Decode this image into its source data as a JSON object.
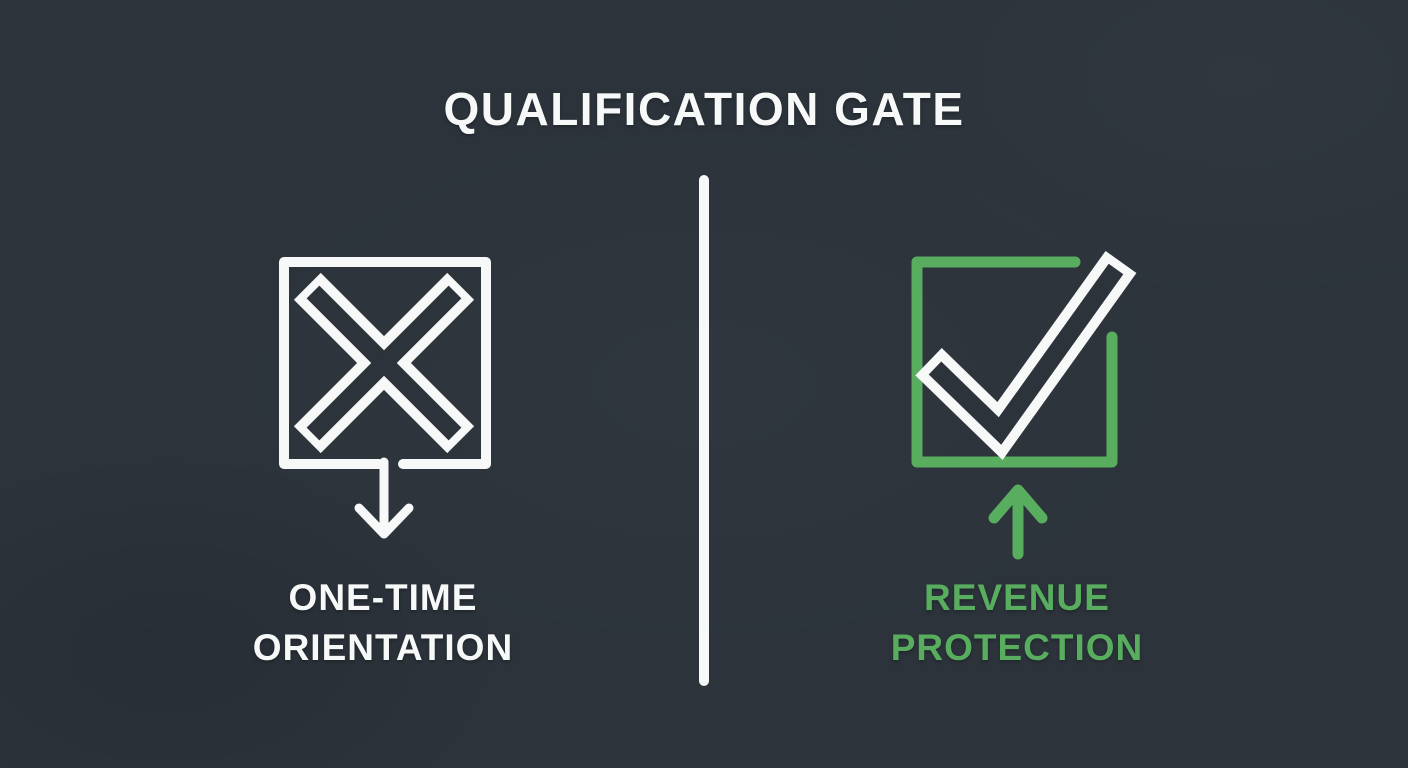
{
  "title": "QUALIFICATION GATE",
  "colors": {
    "background": "#2c333b",
    "foreground": "#f7f8f8",
    "green": "#58ad5f"
  },
  "left_panel": {
    "icon": "rejected-checkbox-with-down-arrow",
    "label_line1": "ONE-TIME",
    "label_line2": "ORIENTATION"
  },
  "right_panel": {
    "icon": "checked-checkbox-with-up-arrow",
    "label_line1": "REVENUE",
    "label_line2": "PROTECTION"
  }
}
